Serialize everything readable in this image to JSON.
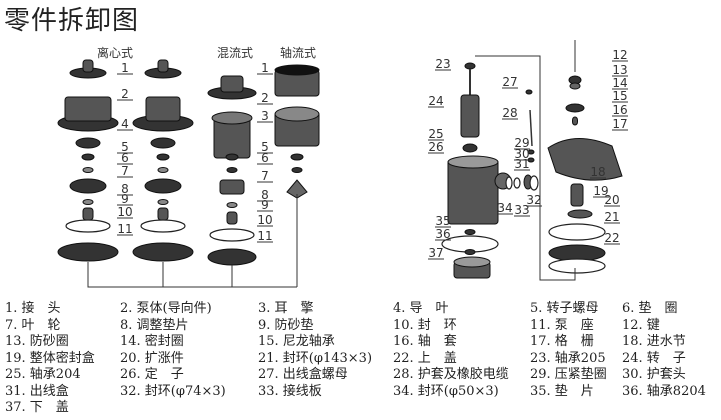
{
  "title": "零件拆卸图",
  "diagram": {
    "group_labels": {
      "centrifugal": "离心式",
      "mixed": "混流式",
      "axial": "轴流式"
    },
    "left_labels": [
      "1",
      "2",
      "4",
      "5",
      "6",
      "7",
      "8",
      "9",
      "10",
      "11"
    ],
    "mid_labels": [
      "1",
      "2",
      "3",
      "5",
      "6",
      "7",
      "8",
      "9",
      "10",
      "11"
    ],
    "motor_labels": [
      "23",
      "24",
      "25",
      "26",
      "35",
      "36",
      "37"
    ],
    "middle_small_labels": [
      "27",
      "28",
      "29",
      "30",
      "31",
      "32",
      "33",
      "34"
    ],
    "right_labels": [
      "12",
      "13",
      "14",
      "15",
      "16",
      "17",
      "18",
      "19",
      "20",
      "21",
      "22"
    ]
  },
  "legend": [
    [
      "1. 接　头",
      "2. 泵体(导向件)",
      "3. 耳　擎",
      "4. 导　叶",
      "5. 转子螺母",
      "6. 垫　圈"
    ],
    [
      "7. 叶　轮",
      "8. 调整垫片",
      "9. 防砂垫",
      "10. 封　环",
      "11. 泵　座",
      "12. 键"
    ],
    [
      "13. 防砂圈",
      "14. 密封圈",
      "15. 尼龙轴承",
      "16. 轴　套",
      "17. 格　栅",
      "18. 进水节"
    ],
    [
      "19. 整体密封盒",
      "20. 扩涨件",
      "21. 封环(φ143×3)",
      "22. 上　盖",
      "23. 轴承205",
      "24. 转　子"
    ],
    [
      "25. 轴承204",
      "26. 定　子",
      "27. 出线盒螺母",
      "28. 护套及橡胶电缆",
      "29. 压紧垫圈",
      "30. 护套头"
    ],
    [
      "31. 出线盒",
      "32. 封环(φ74×3)",
      "33. 接线板",
      "34. 封环(φ50×3)",
      "35. 垫　片",
      "36. 轴承8204"
    ],
    [
      "37. 下　盖"
    ]
  ]
}
